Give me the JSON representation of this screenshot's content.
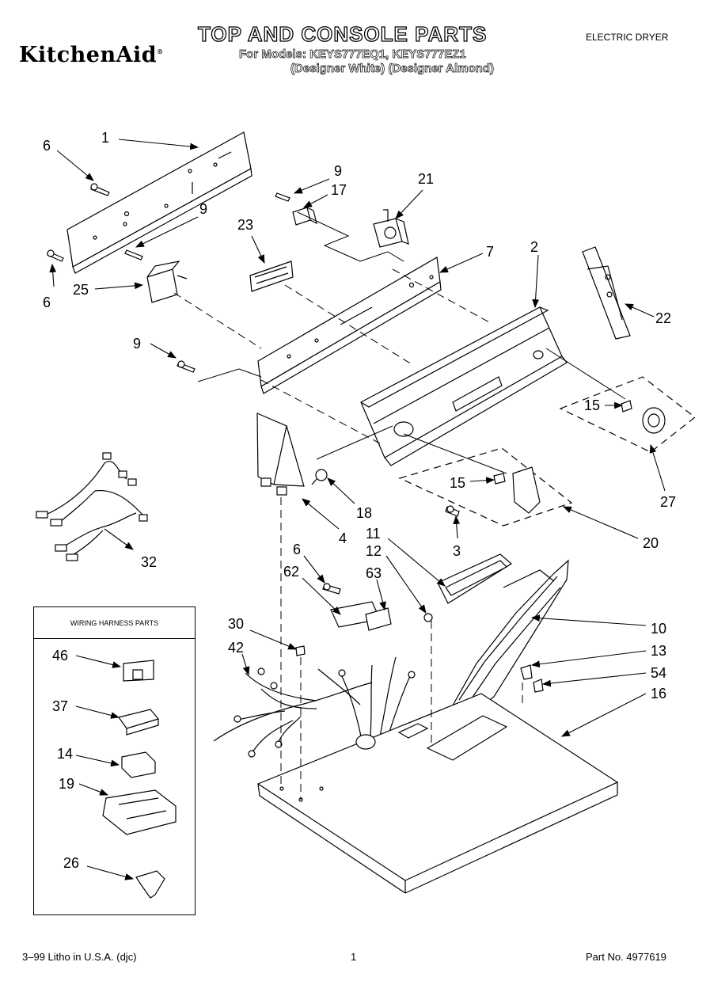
{
  "header": {
    "brand": "KitchenAid",
    "title": "TOP AND CONSOLE PARTS",
    "models": "For Models: KEYS777EQ1, KEYS777EZ1",
    "designers": "(Designer White) (Designer Almond)",
    "dryer_type": "ELECTRIC DRYER"
  },
  "harness_box": {
    "title": "WIRING HARNESS PARTS"
  },
  "callouts": {
    "c1": "1",
    "c2": "2",
    "c3": "3",
    "c4": "4",
    "c6a": "6",
    "c6b": "6",
    "c6c": "6",
    "c7": "7",
    "c9a": "9",
    "c9b": "9",
    "c9c": "9",
    "c10": "10",
    "c11": "11",
    "c12": "12",
    "c13": "13",
    "c14": "14",
    "c15a": "15",
    "c15b": "15",
    "c16": "16",
    "c17": "17",
    "c18": "18",
    "c19": "19",
    "c20": "20",
    "c21": "21",
    "c22": "22",
    "c23": "23",
    "c25": "25",
    "c26": "26",
    "c27": "27",
    "c30": "30",
    "c32": "32",
    "c37": "37",
    "c42": "42",
    "c46": "46",
    "c54": "54",
    "c62": "62",
    "c63": "63"
  },
  "footer": {
    "litho": "3–99 Litho in U.S.A. (djc)",
    "page": "1",
    "part_no": "Part No. 4977619"
  }
}
